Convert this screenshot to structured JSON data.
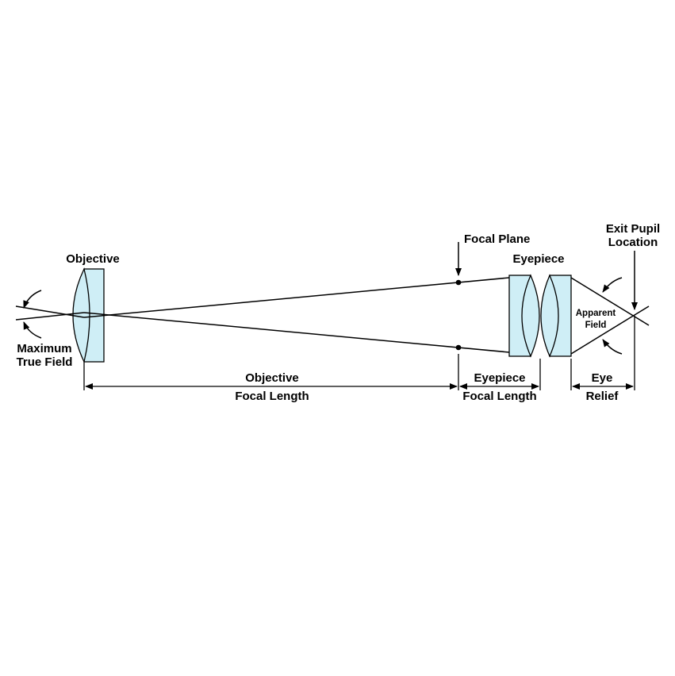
{
  "labels": {
    "objective": "Objective",
    "maximum": "Maximum",
    "true_field": "True Field",
    "focal_plane": "Focal Plane",
    "eyepiece": "Eyepiece",
    "exit_pupil": "Exit Pupil",
    "location": "Location",
    "apparent": "Apparent",
    "field": "Field",
    "objective_dim": "Objective",
    "focal_length_obj": "Focal Length",
    "eyepiece_dim": "Eyepiece",
    "focal_length_eye": "Focal Length",
    "eye": "Eye",
    "relief": "Relief"
  },
  "colors": {
    "lens_fill": "#cfeef6",
    "line": "#000000"
  }
}
